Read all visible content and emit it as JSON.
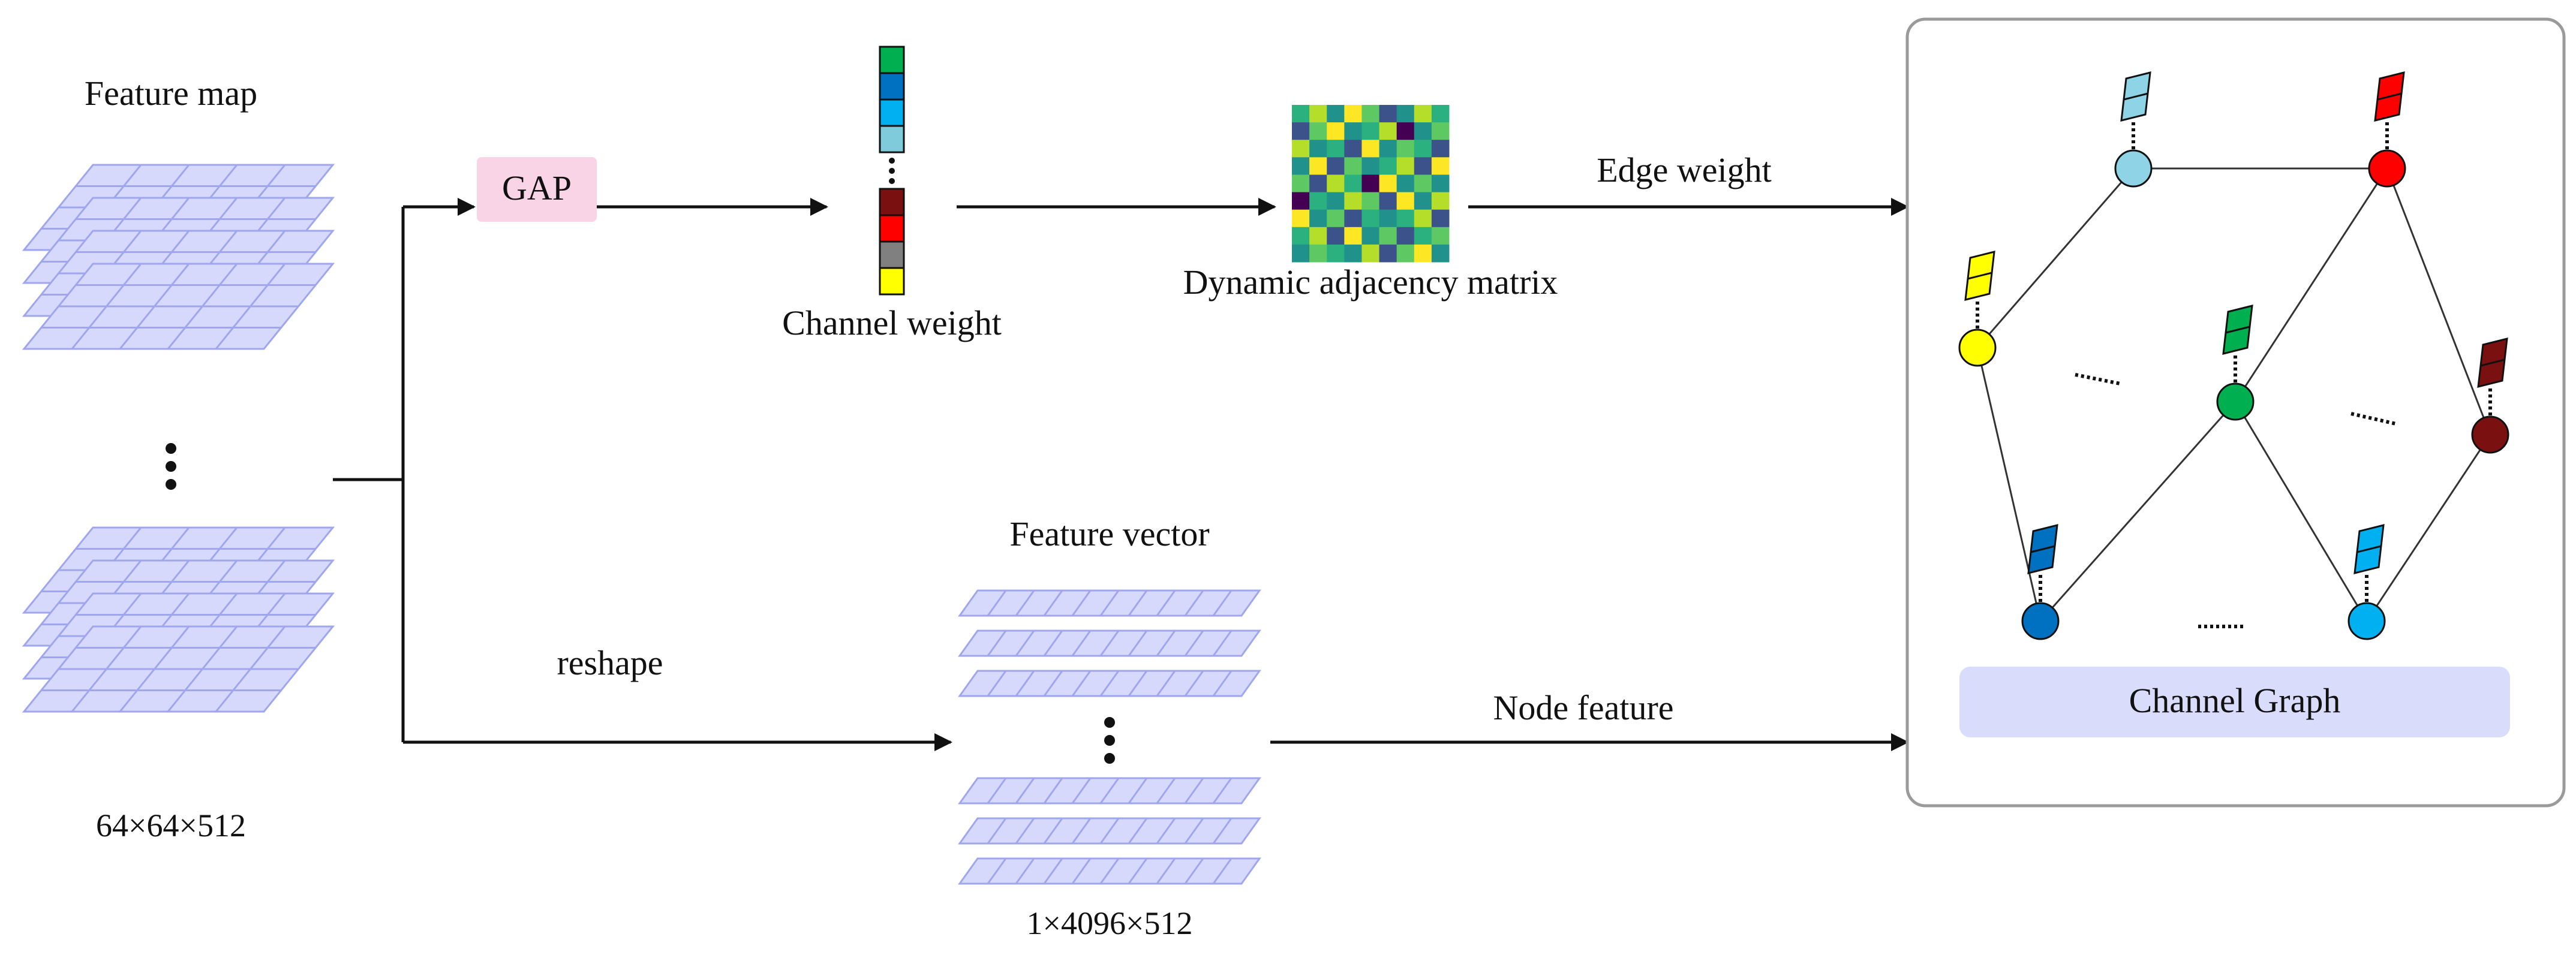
{
  "labels": {
    "feature_map": "Feature map",
    "feature_map_dims": "64×64×512",
    "gap": "GAP",
    "channel_weight": "Channel weight",
    "dynamic_adjacency_matrix": "Dynamic adjacency matrix",
    "edge_weight": "Edge weight",
    "feature_vector": "Feature vector",
    "feature_vector_dims": "1×4096×512",
    "reshape": "reshape",
    "node_feature": "Node feature",
    "channel_graph": "Channel Graph"
  },
  "colors": {
    "grid_fill": "#d6d9fb",
    "grid_stroke": "#9fa6ee",
    "gap_box": "#f9d3e6",
    "graph_label_box": "#d9dcfb",
    "panel_border": "#9a9a9a",
    "line": "#111111"
  },
  "channel_weight_colors": {
    "top": [
      "#00b050",
      "#0070c0",
      "#00b0f0",
      "#7fcbdc"
    ],
    "bottom": [
      "#7b1010",
      "#ff0000",
      "#808080",
      "#ffff00"
    ]
  },
  "adjacency_matrix": {
    "palette": [
      "#440154",
      "#3b528b",
      "#21918c",
      "#2bb07f",
      "#5ec962",
      "#b5de2b",
      "#fde725"
    ],
    "cells": [
      [
        3,
        5,
        2,
        6,
        4,
        1,
        2,
        5,
        3
      ],
      [
        1,
        4,
        6,
        2,
        3,
        5,
        0,
        2,
        4
      ],
      [
        5,
        2,
        3,
        1,
        6,
        2,
        4,
        3,
        1
      ],
      [
        2,
        6,
        1,
        4,
        2,
        3,
        5,
        1,
        6
      ],
      [
        4,
        1,
        5,
        3,
        0,
        6,
        2,
        4,
        2
      ],
      [
        0,
        3,
        2,
        5,
        4,
        1,
        6,
        2,
        5
      ],
      [
        6,
        2,
        4,
        1,
        3,
        2,
        3,
        5,
        1
      ],
      [
        3,
        5,
        1,
        6,
        2,
        4,
        1,
        3,
        4
      ],
      [
        2,
        4,
        3,
        2,
        5,
        1,
        4,
        6,
        2
      ]
    ]
  },
  "graph": {
    "nodes": [
      {
        "id": "n1",
        "color": "#8fd3e6"
      },
      {
        "id": "n2",
        "color": "#ff0000"
      },
      {
        "id": "n3",
        "color": "#ffff00"
      },
      {
        "id": "n4",
        "color": "#00b050"
      },
      {
        "id": "n5",
        "color": "#7b1010"
      },
      {
        "id": "n6",
        "color": "#0070c0"
      },
      {
        "id": "n7",
        "color": "#00b0f0"
      }
    ]
  }
}
